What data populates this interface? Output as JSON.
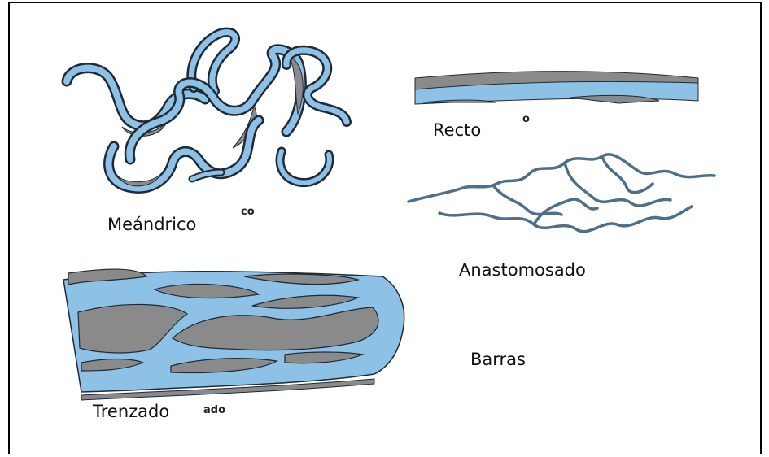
{
  "labels": {
    "meandrico": "Meándrico",
    "recto": "Recto",
    "anastomosado": "Anastomosado",
    "barras": "Barras",
    "trenzado": "Trenzado"
  },
  "fragments": {
    "meandrico_frag": "co",
    "recto_frag": "o",
    "trenzado_frag": "ado"
  },
  "colors": {
    "water": "#8ec1e6",
    "bar": "#8a8a8a",
    "outline": "#1f2a36",
    "anastomosed": "#4f6f86"
  }
}
